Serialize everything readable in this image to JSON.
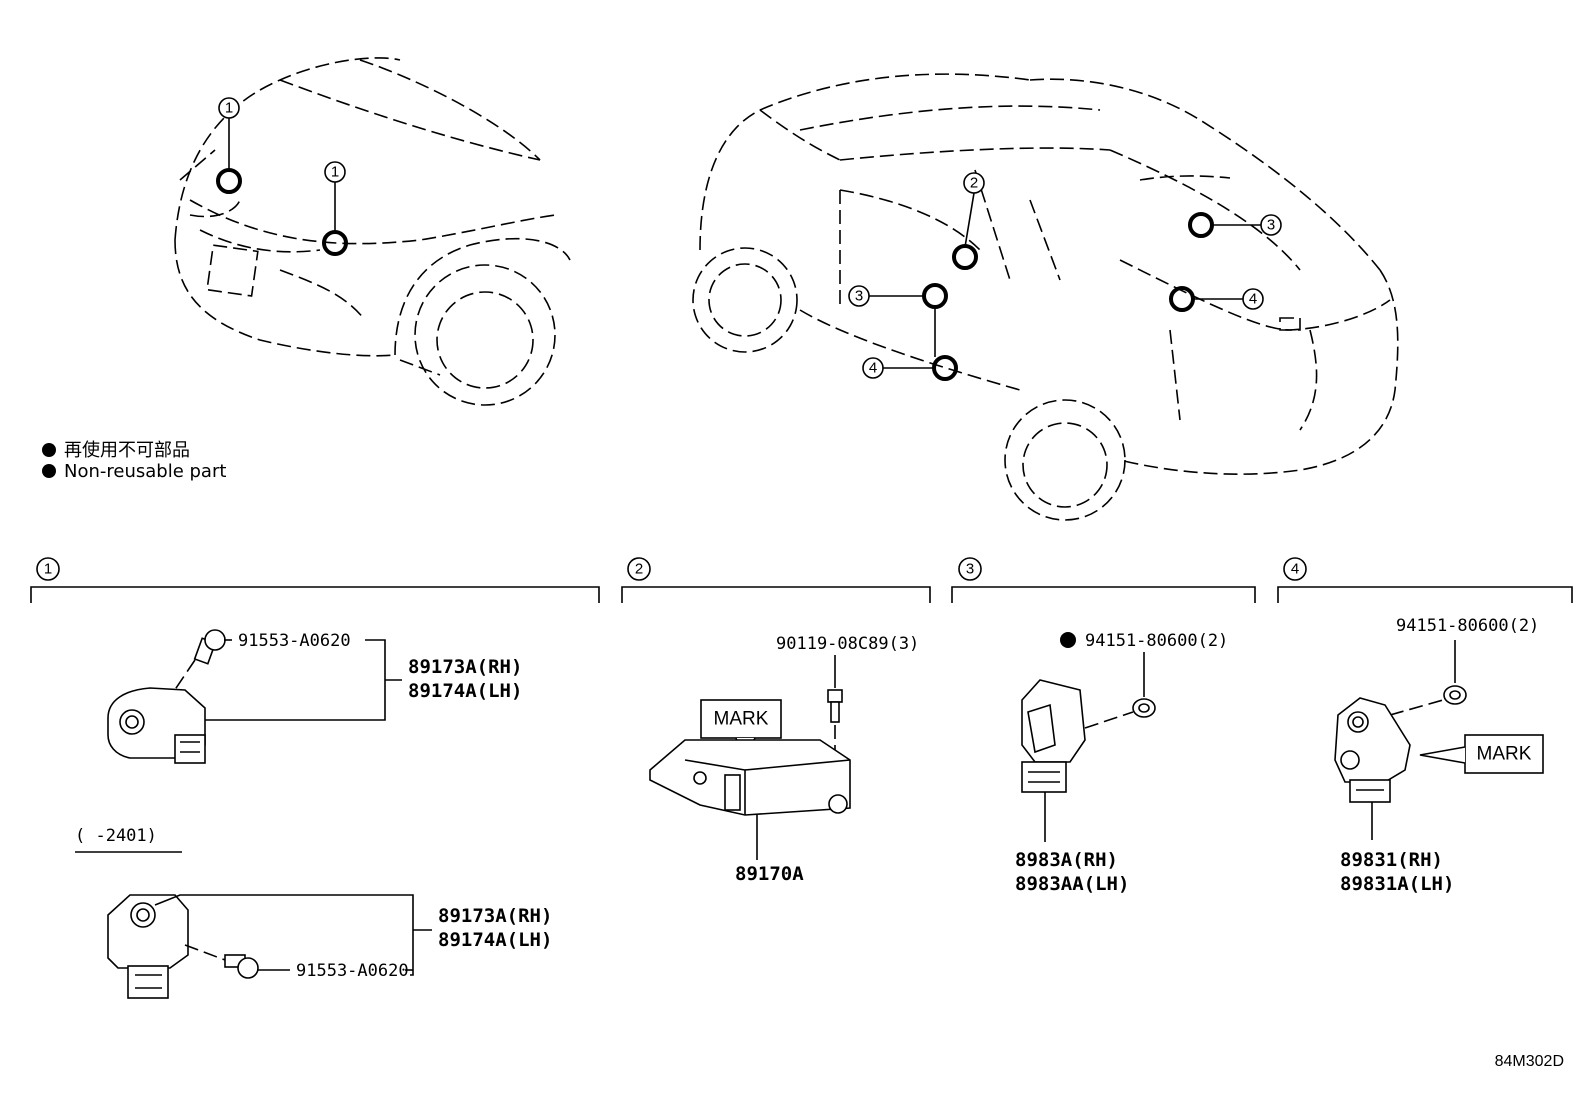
{
  "legend": {
    "jp": "再使用不可部品",
    "en": "Non-reusable part"
  },
  "callouts": [
    "1",
    "2",
    "3",
    "4"
  ],
  "sections": {
    "s1": {
      "num": "1",
      "top_bolt": "91553-A0620",
      "top_part_rh": "89173A(RH)",
      "top_part_lh": "89174A(LH)",
      "date_note": "(      -2401)",
      "bot_bolt": "91553-A0620",
      "bot_part_rh": "89173A(RH)",
      "bot_part_lh": "89174A(LH)"
    },
    "s2": {
      "num": "2",
      "bolt": "90119-08C89(3)",
      "mark": "MARK",
      "part": "89170A"
    },
    "s3": {
      "num": "3",
      "nut": "94151-80600(2)",
      "part_rh": "8983A(RH)",
      "part_lh": "8983AA(LH)"
    },
    "s4": {
      "num": "4",
      "nut": "94151-80600(2)",
      "mark": "MARK",
      "part_rh": "89831(RH)",
      "part_lh": "89831A(LH)"
    }
  },
  "illustration_code": "84M302D"
}
